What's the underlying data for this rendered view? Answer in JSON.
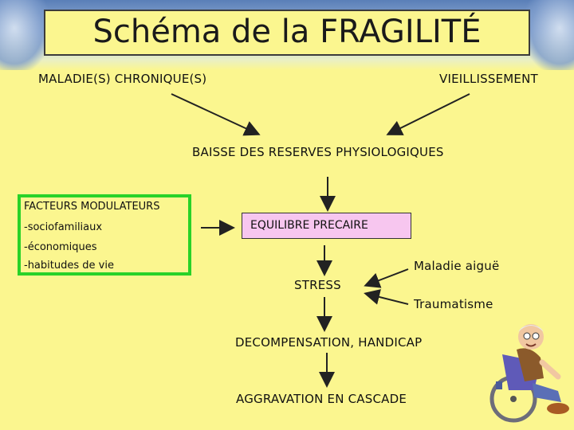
{
  "title": "Schéma de la FRAGILITÉ",
  "top_left": "MALADIE(S) CHRONIQUE(S)",
  "top_right": "VIEILLISSEMENT",
  "reserves": "BAISSE DES RESERVES PHYSIOLOGIQUES",
  "modulateurs": {
    "title": "FACTEURS MODULATEURS",
    "items": [
      "-sociofamiliaux",
      "-économiques",
      "-habitudes de vie"
    ]
  },
  "equilibre": "EQUILIBRE PRECAIRE",
  "stress": "STRESS",
  "maladie": "Maladie aiguë",
  "traumatisme": "Traumatisme",
  "decompensation": "DECOMPENSATION, HANDICAP",
  "aggravation": "AGGRAVATION EN CASCADE"
}
